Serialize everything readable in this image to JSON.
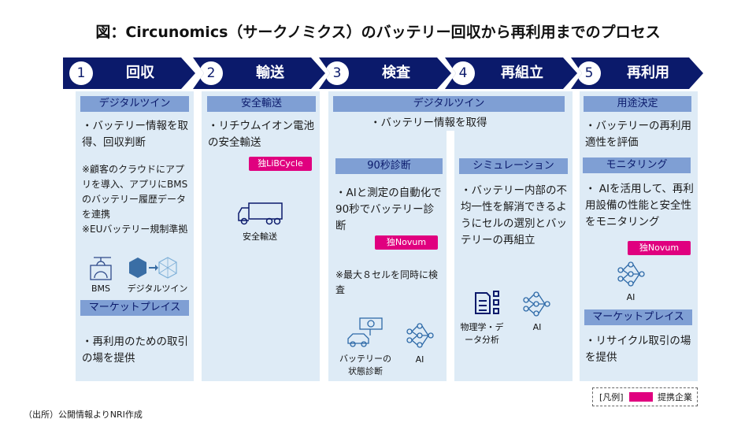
{
  "title": "図：Circunomics（サークノミクス）のバッテリー回収から再利用までのプロセス",
  "steps": [
    {
      "num": "1",
      "label": "回収"
    },
    {
      "num": "2",
      "label": "輸送"
    },
    {
      "num": "3",
      "label": "検査"
    },
    {
      "num": "4",
      "label": "再組立"
    },
    {
      "num": "5",
      "label": "再利用"
    }
  ],
  "col1": {
    "h1": "デジタルツイン",
    "t1": "・バッテリー情報を取得、回収判断",
    "note": "※顧客のクラウドにアプリを導入、アプリにBMSのバッテリー履歴データを連携\n※EUバッテリー規制準拠",
    "icon1": "BMS",
    "icon2": "デジタルツイン",
    "h2": "マーケットプレイス",
    "t2": "・再利用のための取引の場を提供"
  },
  "col2": {
    "h1": "安全輸送",
    "t1": "・リチウムイオン電池の安全輸送",
    "badge": "独LiBCycle",
    "icon": "安全輸送"
  },
  "col34": {
    "h1": "デジタルツイン",
    "t1": "・バッテリー情報を取得"
  },
  "col3": {
    "h1": "90秒診断",
    "t1": "・AIと測定の自動化で90秒でバッテリー診断",
    "badge": "独Novum",
    "note": "※最大８セルを同時に検査",
    "icon1": "バッテリーの状態診断",
    "icon2": "AI"
  },
  "col4": {
    "h1": "シミュレーション",
    "t1": "・バッテリー内部の不均一性を解消できるようにセルの選別とバッテリーの再組立",
    "icon1": "物理学・データ分析",
    "icon2": "AI"
  },
  "col5": {
    "h1": "用途決定",
    "t1": "・バッテリーの再利用適性を評価",
    "h2": "モニタリング",
    "t2": "・ AIを活用して、再利用設備の性能と安全性をモニタリング",
    "badge": "独Novum",
    "icon": "AI",
    "h3": "マーケットプレイス",
    "t3": "・リサイクル取引の場を提供"
  },
  "legend": {
    "label": "[凡例]",
    "item": "提携企業"
  },
  "source": "（出所）公開情報よりNRI作成",
  "colors": {
    "navy": "#0b1a6b",
    "header": "#7f9fd4",
    "panel": "#deebf6",
    "badge": "#e0007f"
  }
}
